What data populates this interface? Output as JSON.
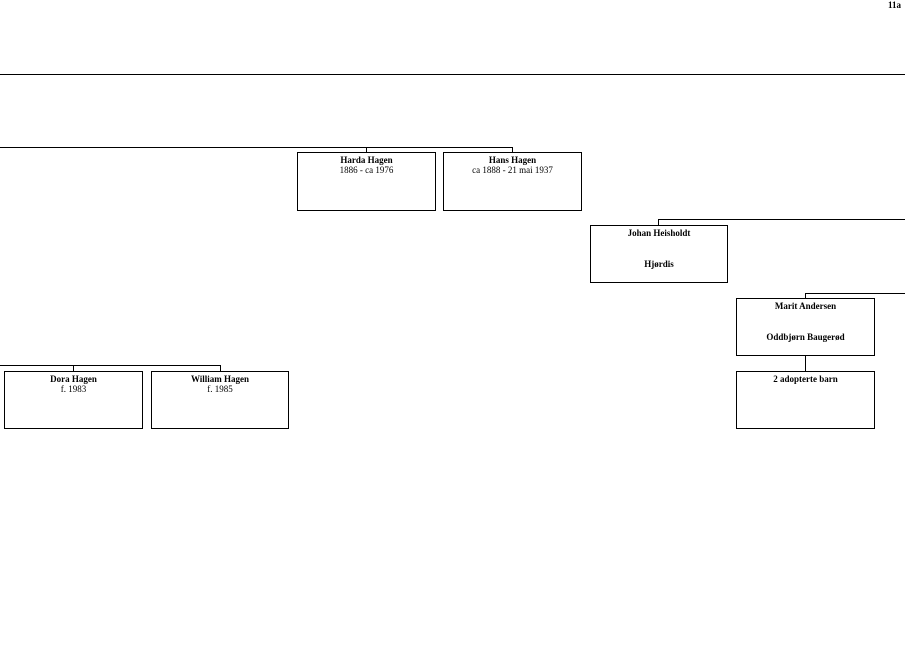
{
  "page_number": "11a",
  "persons": {
    "harda": {
      "name": "Harda Hagen",
      "dates": "1886 - ca 1976"
    },
    "hans": {
      "name": "Hans Hagen",
      "dates": "ca 1888 - 21 mai 1937"
    },
    "johan": {
      "name": "Johan Heisholdt",
      "spouse": "Hjørdis"
    },
    "marit": {
      "name": "Marit Andersen",
      "spouse": "Oddbjørn Baugerød"
    },
    "dora": {
      "name": "Dora Hagen",
      "dates": "f. 1983"
    },
    "william": {
      "name": "William Hagen",
      "dates": "f. 1985"
    },
    "adopted": {
      "name": "2 adopterte barn"
    }
  }
}
